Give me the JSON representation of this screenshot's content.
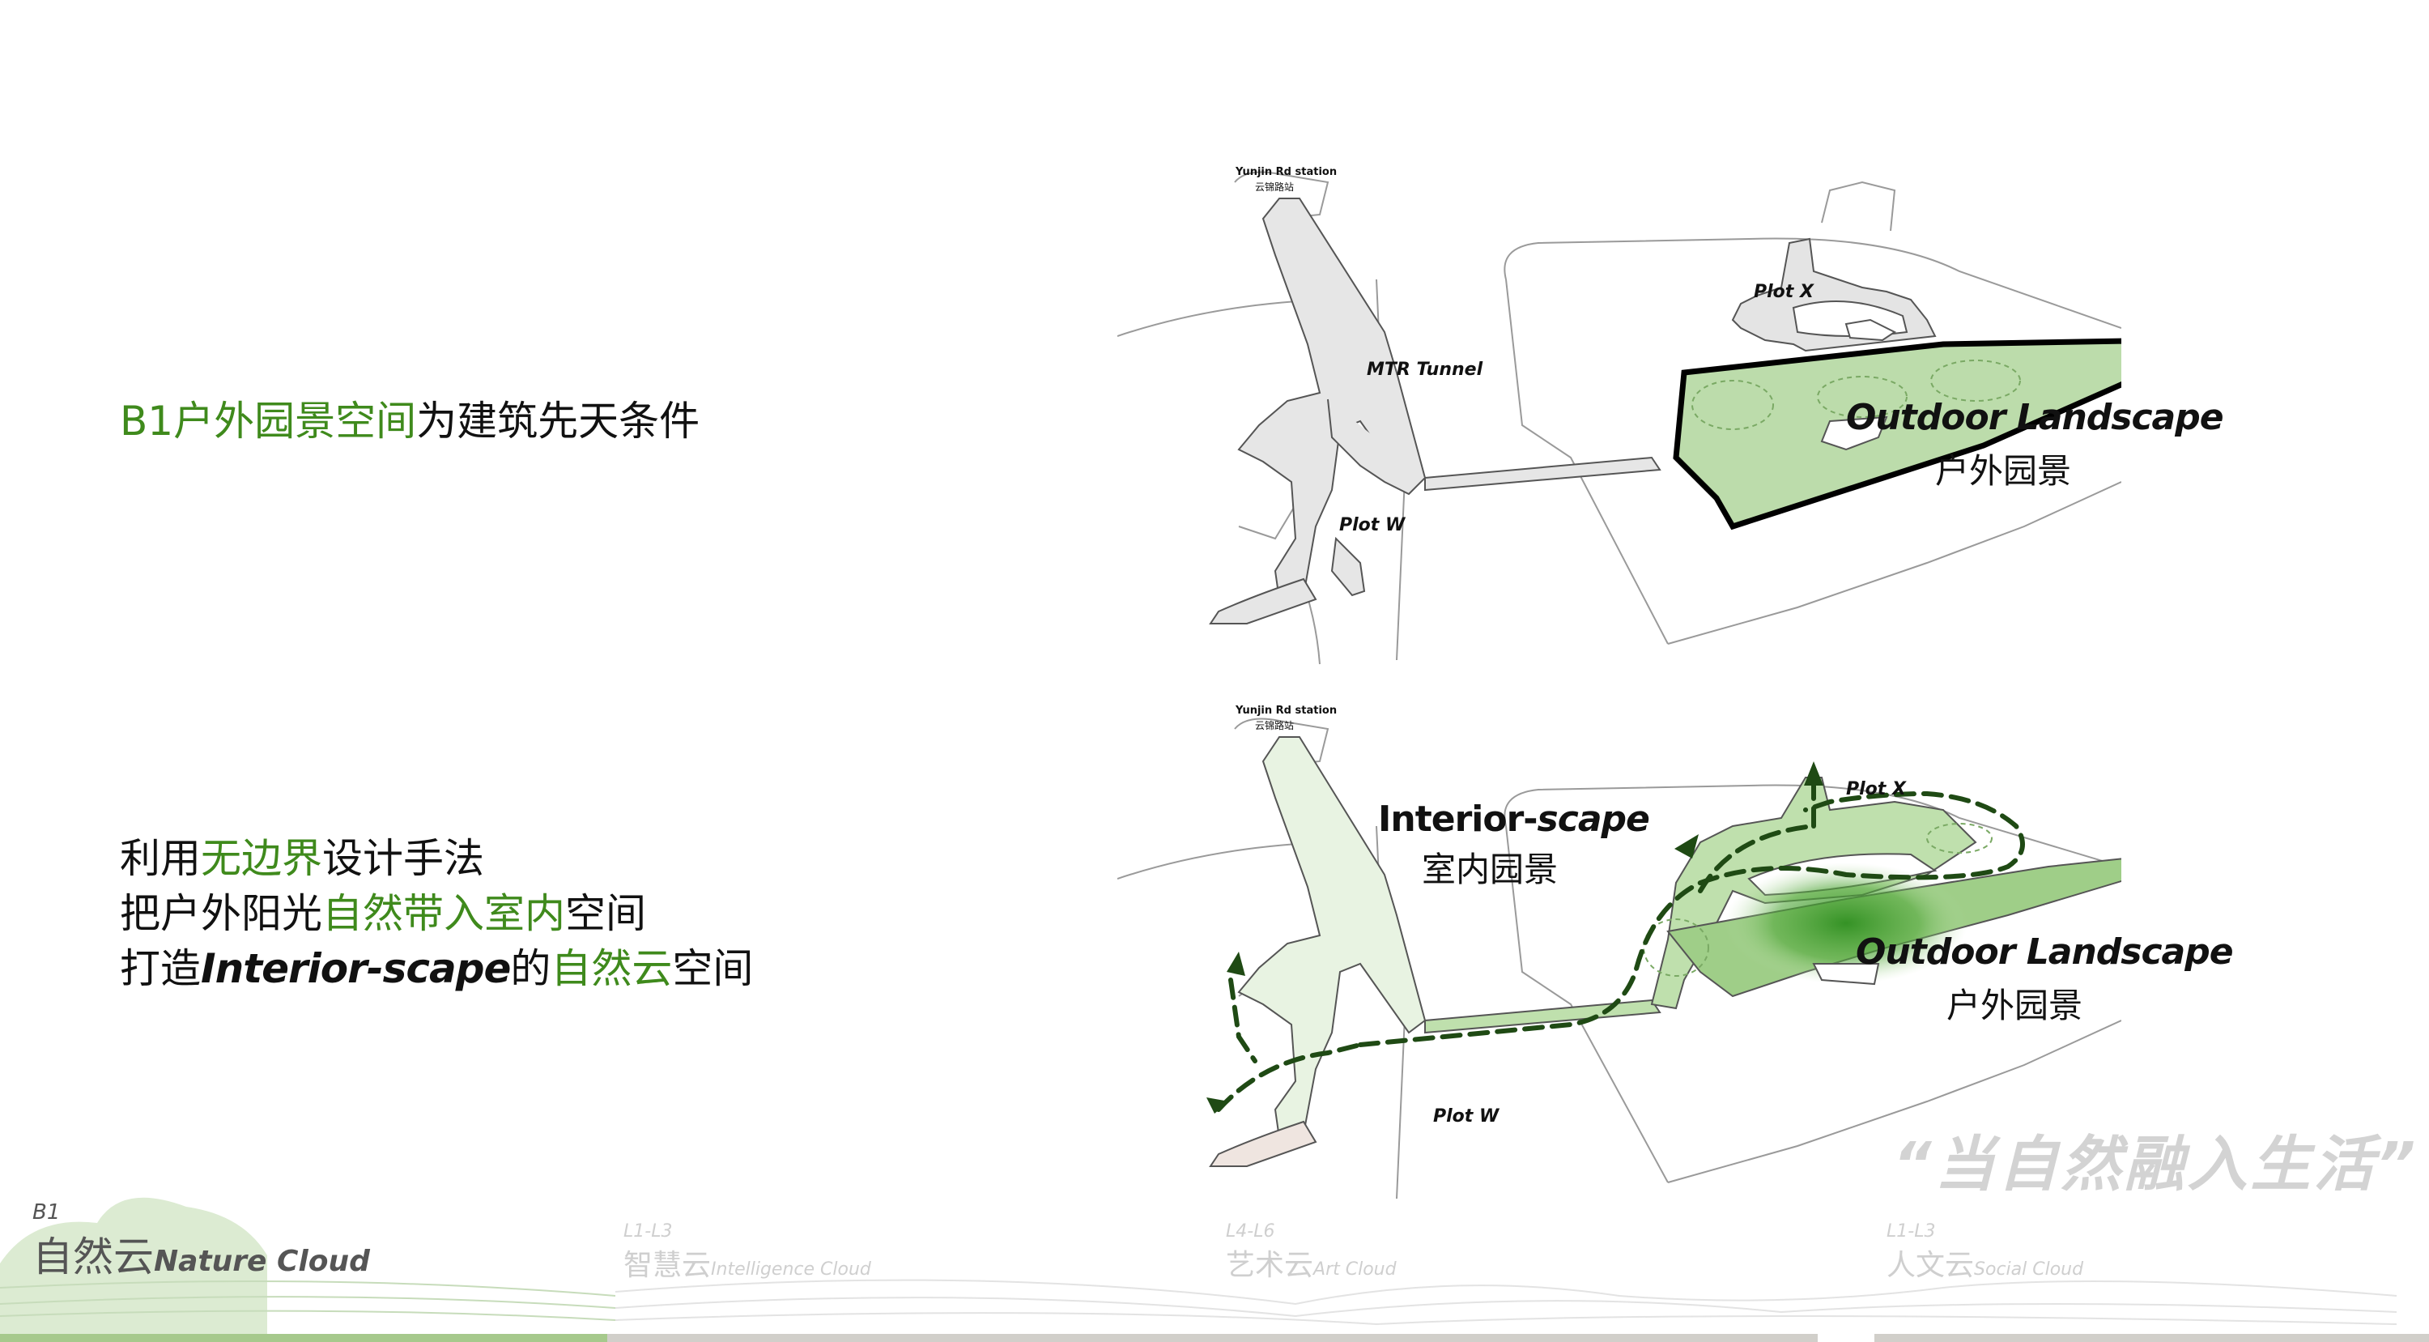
{
  "left_text": {
    "line1": {
      "green": "B1户外园景空间",
      "black": "为建筑先天条件"
    },
    "line2": {
      "black1": "利用",
      "green": "无边界",
      "black2": "设计手法"
    },
    "line3": {
      "black1": "把户外阳光",
      "green": "自然带入室内",
      "black2": "空间"
    },
    "line4": {
      "black1": "打造",
      "italic": "Interior-scape",
      "black2": "的",
      "green": "自然云",
      "black3": "空间"
    }
  },
  "plan_top": {
    "station_en": "Yunjin Rd station",
    "station_cn": "云锦路站",
    "mtr": "MTR Tunnel",
    "plot_x": "Plot X",
    "plot_w": "Plot W",
    "outdoor_en": "Outdoor Landscape",
    "outdoor_cn": "户外园景"
  },
  "plan_bottom": {
    "station_en": "Yunjin Rd station",
    "station_cn": "云锦路站",
    "interior_en_1": "Interior-",
    "interior_en_2": "scape",
    "interior_cn": "室内园景",
    "plot_x": "Plot X",
    "plot_w": "Plot W",
    "outdoor_en": "Outdoor Landscape",
    "outdoor_cn": "户外园景"
  },
  "quote": "“当自然融入生活”",
  "footer": {
    "items": [
      {
        "level": "B1",
        "cn": "自然云",
        "en": "Nature Cloud"
      },
      {
        "level": "L1-L3",
        "cn": "智慧云",
        "en": "Intelligence Cloud"
      },
      {
        "level": "L4-L6",
        "cn": "艺术云",
        "en": "Art Cloud"
      },
      {
        "level": "L1-L3",
        "cn": "人文云",
        "en": "Social Cloud"
      }
    ]
  },
  "colors": {
    "accent_green": "#3f8a1c",
    "dark_green": "#1f4a14",
    "plan_gray": "#e9e9e9",
    "footer_gray": "#d1cfca",
    "footer_green": "#a6c98c"
  }
}
